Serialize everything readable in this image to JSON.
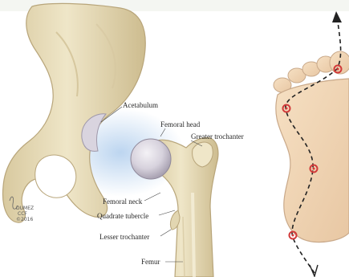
{
  "hip_anatomy": {
    "labels": {
      "acetabulum": "Acetabulum",
      "femoral_head": "Femoral head",
      "greater_trochanter": "Greater trochanter",
      "femoral_neck": "Femoral neck",
      "quadrate_tubercle": "Quadrate tubercle",
      "lesser_trochanter": "Lesser trochanter",
      "femur": "Femur"
    },
    "signature": {
      "name": "DUMEZ",
      "org": "CCF",
      "year": "©2016"
    },
    "colors": {
      "bone": "#ece3c4",
      "bone_shade": "#d6c7a0",
      "bone_outline": "#b8a57a",
      "cartilage": "#d9d4df",
      "joint_glow": "#b9d3ef",
      "skin": "#f1d7b8",
      "skin_outline": "#c9a98a",
      "marker": "#d23a3a"
    }
  },
  "foot_diagram": {
    "path_markers": 4,
    "arrow_direction": "toward toes",
    "line_style": "dashed"
  }
}
